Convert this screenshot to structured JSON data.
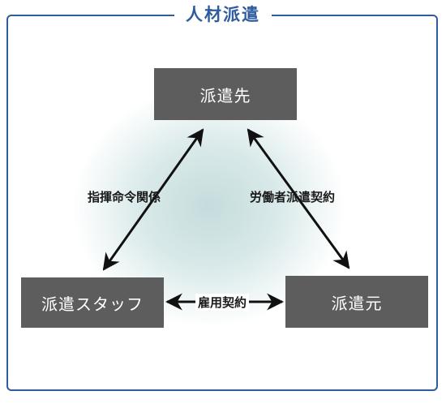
{
  "title": "人材派遣",
  "nodes": {
    "top": "派遣先",
    "left": "派遣スタッフ",
    "right": "派遣元"
  },
  "relations": {
    "left": "指揮命令関係",
    "right": "労働者派遣契約",
    "bottom": "雇用契約"
  },
  "colors": {
    "accent": "#2e5c9e",
    "node": "#5d5d5d",
    "arrow": "#111111"
  }
}
